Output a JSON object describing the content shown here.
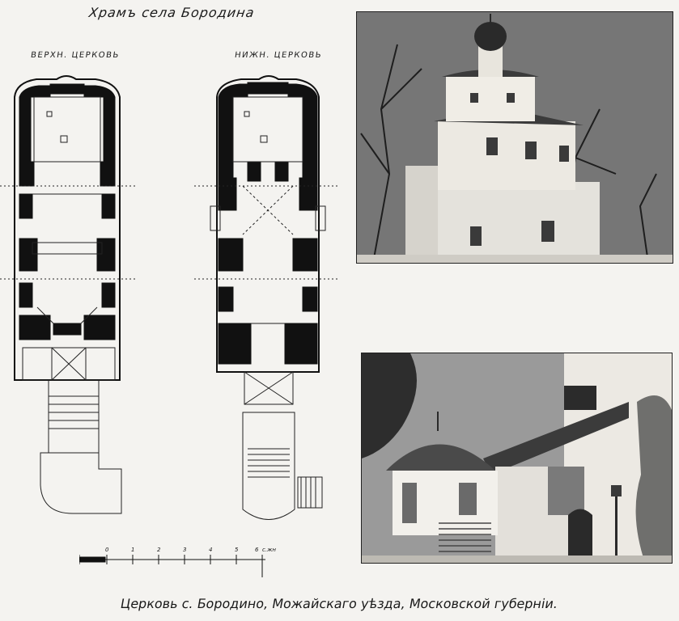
{
  "page": {
    "title": "Храмъ села Бородина",
    "caption": "Церковь с. Бородино, Можайскаго уѣзда, Московской губерніи."
  },
  "plans": {
    "upper_label": "ВЕРХН. ЦЕРКОВЬ",
    "lower_label": "НИЖН. ЦЕРКОВЬ"
  },
  "scale": {
    "ticks": [
      "0",
      "1",
      "2",
      "3",
      "4",
      "5",
      "6"
    ],
    "unit": "с.жн"
  },
  "photos": {
    "top": {
      "subject": "church exterior with dome"
    },
    "bottom": {
      "subject": "church porch and staircase"
    }
  }
}
